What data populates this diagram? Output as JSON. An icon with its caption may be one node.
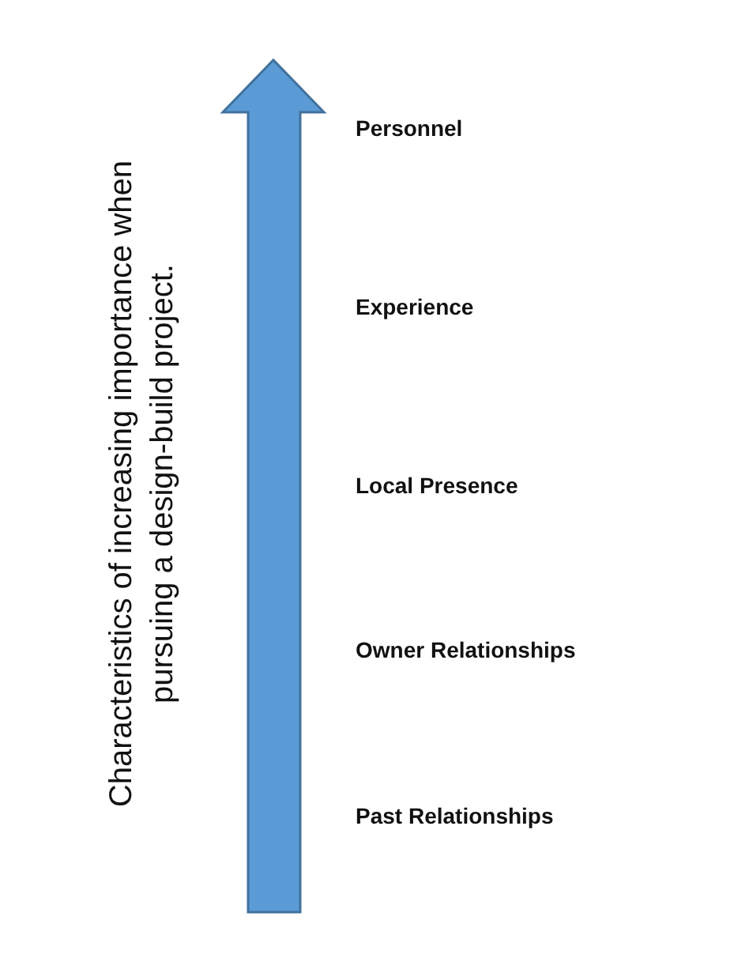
{
  "diagram": {
    "labels": [
      "Characteristics of increasing importance when pursuing a design-build project.",
      "Personnel",
      "Experience",
      "Local Presence",
      "Owner Relationships",
      "Past Relationships"
    ]
  }
}
